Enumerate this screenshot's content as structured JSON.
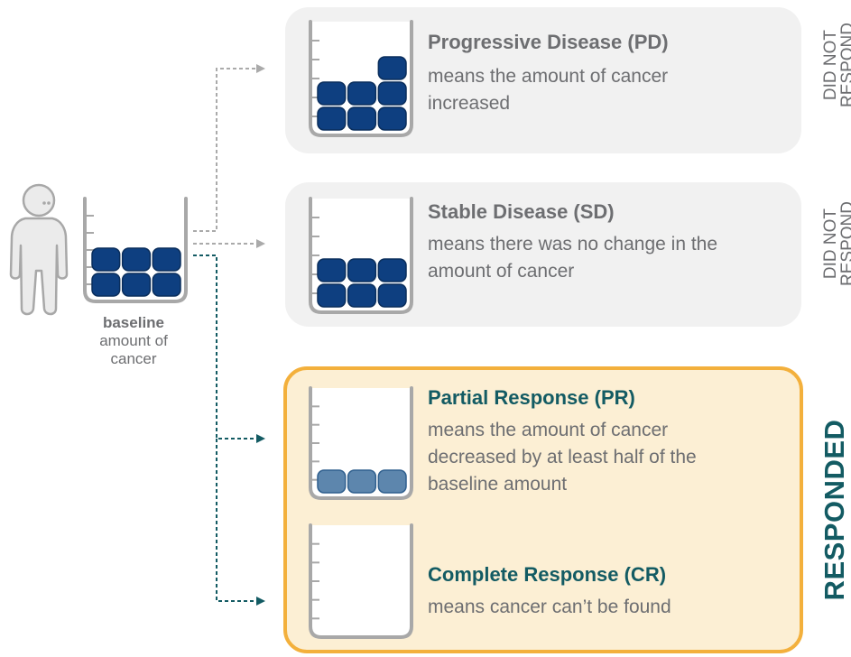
{
  "colors": {
    "text_gray": "#6d6e71",
    "accent_green": "#135b63",
    "block_dark": "#0e3f80",
    "block_light": "#5d86ad",
    "card_gray": "#f1f1f1",
    "card_responded_bg": "#fcefd4",
    "card_responded_border": "#f3b03c",
    "container_stroke": "#a8a8a8",
    "arrow_gray": "#aaaaaa",
    "arrow_green": "#135b63"
  },
  "person": {
    "icon": "person-icon"
  },
  "baseline": {
    "label_bold": "baseline",
    "label_rest": "amount of cancer",
    "block_count": 6
  },
  "outcomes": [
    {
      "title": "Progressive Disease (PD)",
      "description": "means the amount of cancer increased",
      "side_label": [
        "DID NOT",
        "RESPOND"
      ],
      "block_count": 7
    },
    {
      "title": "Stable Disease (SD)",
      "description": "means there was no change in the amount of cancer",
      "side_label": [
        "DID NOT",
        "RESPOND"
      ],
      "block_count": 6
    },
    {
      "title": "Partial Response (PR)",
      "description": "means the amount of cancer decreased by at least half of the baseline amount",
      "block_count": 3
    },
    {
      "title": "Complete Response (CR)",
      "description": "means cancer can’t be found",
      "block_count": 0
    }
  ],
  "responded_label": "RESPONDED"
}
